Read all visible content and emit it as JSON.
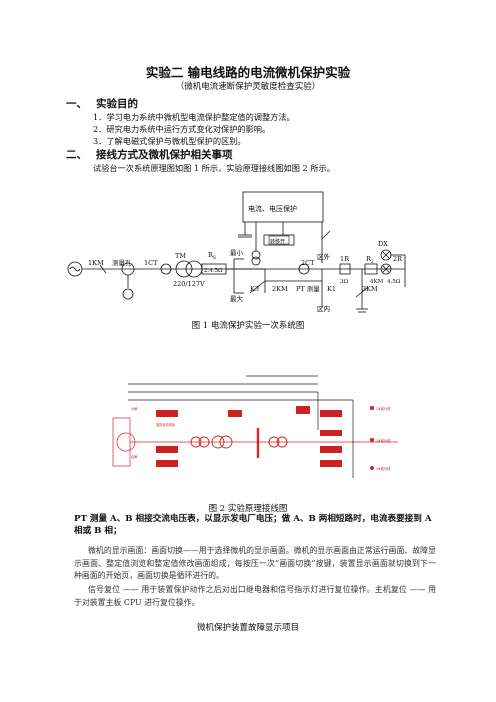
{
  "doc": {
    "title": "实验二      输电线路的电流微机保护实验",
    "subtitle": "（微机电流速断保护灵敏度检查实验）",
    "sec1": {
      "num": "一、",
      "title": "实验目的"
    },
    "items": [
      "1．学习电力系统中微机型电流保护整定值的调整方法。",
      "2．研究电力系统中运行方式变化对保护的影响。",
      "3．了解电磁式保护与微机型保护的区别。"
    ],
    "sec2": {
      "num": "二、",
      "title": "接线方式及微机保护相关事项"
    },
    "intro": "试验台一次系统原理图如图 1 所示，实验原理接线图如图 2 所示。",
    "fig1": {
      "box": "电流、电压保护",
      "relay": "转移开",
      "labels": {
        "km1": "1KM",
        "hole": "测量孔",
        "ct1": "1CT",
        "tm": "TM",
        "rs": "R",
        "rs_sub": "S",
        "ratio": "220/127V",
        "r245": "2.4.5Ω",
        "min": "最小",
        "max": "最大",
        "k3": "K3",
        "km2": "2KM",
        "ct2": "2CT",
        "pt": "PT 测量",
        "outer": "区外",
        "inner": "区内",
        "k1": "K1",
        "one_r": "1R",
        "r2": "R",
        "r2_sub": "2",
        "r3": "3Ω",
        "r45": "4.5Ω",
        "dx": "DX",
        "two_r": "2R",
        "km3": "3KM",
        "km4": "4KM"
      },
      "caption": "图 1    电流保护实验一次系统图"
    },
    "fig2": {
      "caption": "图 2 实验原理接线图",
      "left_labels": [
        "分闸",
        "合闸",
        "电压电流检测"
      ],
      "right_labels": [
        "1#线分线",
        "2#线分线",
        "3#线分线"
      ]
    },
    "pt_note": "PT 测量 A、B 相接交流电压表，以显示发电厂电压；做 A、B 两相短路时，电流表要接到 A 相或 B 相；",
    "p1": "微机的显示画面：画面切换——用于选择微机的显示画面。微机的显示画面由正常运行画面、故障显示画面、整定值浏览和整定值修改画面组成，每按压一次“画面切换”按键，装置显示画面就切换到下一种画面的开始页，画面切换是循环进行的。",
    "p2": "信号复位 —— 用于装置保护动作之后对出口继电器和信号指示灯进行复位操作。主机复位 —— 用于对装置主板 CPU 进行复位操作。",
    "p3": "微机保护装置故障显示项目"
  }
}
